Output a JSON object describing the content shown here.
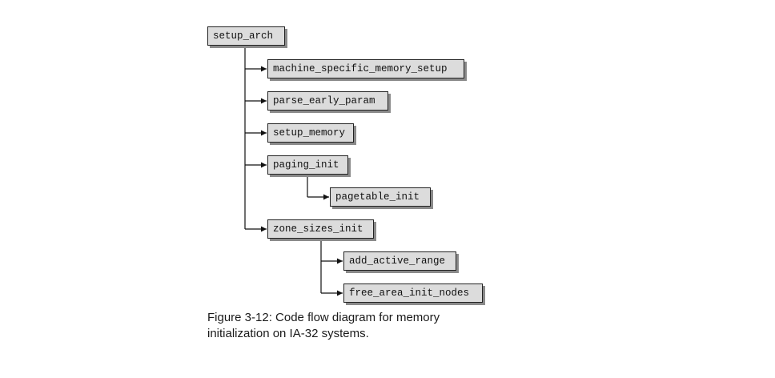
{
  "nodes": {
    "setup_arch": "setup_arch",
    "machine_specific_memory_setup": "machine_specific_memory_setup",
    "parse_early_param": "parse_early_param",
    "setup_memory": "setup_memory",
    "paging_init": "paging_init",
    "pagetable_init": "pagetable_init",
    "zone_sizes_init": "zone_sizes_init",
    "add_active_range": "add_active_range",
    "free_area_init_nodes": "free_area_init_nodes"
  },
  "caption": {
    "line1": "Figure 3-12: Code flow diagram for memory",
    "line2": "initialization on IA-32 systems."
  },
  "colors": {
    "box_fill": "#dcdcdc",
    "box_border": "#222222",
    "box_shadow": "#8a8a8a",
    "connector": "#111111"
  }
}
